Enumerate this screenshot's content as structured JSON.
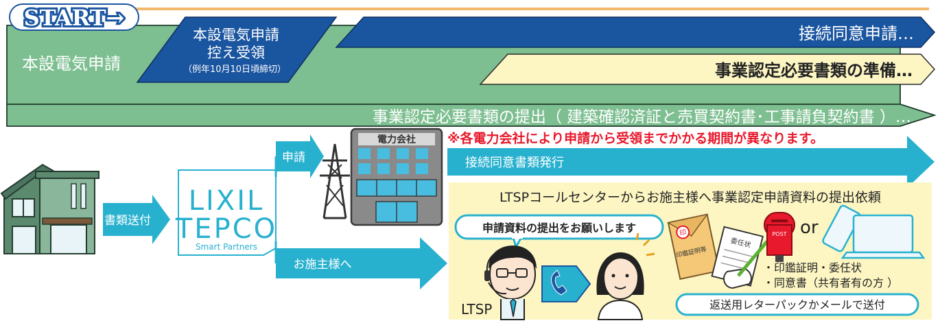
{
  "header": {
    "start_label": "START→",
    "stage_label": "本設電気申請",
    "receipt_line1": "本設電気申請",
    "receipt_line2": "控え受領",
    "receipt_note": "（例年10月10日頃締切）",
    "consent_application": "接続同意申請…",
    "doc_prep": "事業認定必要書類の準備…",
    "doc_submission": "事業認定必要書類の提出（ 建築確認済証と売買契約書･工事請負契約書 ）…"
  },
  "flow": {
    "send_docs_label": "書類送付",
    "apply_label": "申請",
    "to_owner_label": "お施主様へ",
    "power_company_label": "電力会社",
    "logo_line1": "LIXIL",
    "logo_line2": "TEPCO",
    "logo_line3": "Smart Partners",
    "notice": "※各電力会社により申請から受領までかかる期間が異なります。",
    "consent_doc_issued": "接続同意書類発行"
  },
  "request_box": {
    "title": "LTSPコールセンターからお施主様へ事業認定申請資料の提出依頼",
    "speech": "申請資料の提出をお願いします",
    "ltsp_label": "LTSP",
    "seal_label": "印",
    "seal_cert_label": "印鑑証明等",
    "proxy_label": "委任状",
    "post_label": "POST",
    "or_label": "or",
    "bullet1": "・印鑑証明・委任状",
    "bullet2": "・同意書（共有者有の方 ）",
    "return_label": "返送用レターパックかメールで送付"
  },
  "colors": {
    "green": "#7ebf91",
    "navy": "#1a55a0",
    "cyan": "#28b1cf",
    "cream": "#fdf6c3",
    "red": "#e8192c",
    "orange_line": "#f2b66d"
  }
}
